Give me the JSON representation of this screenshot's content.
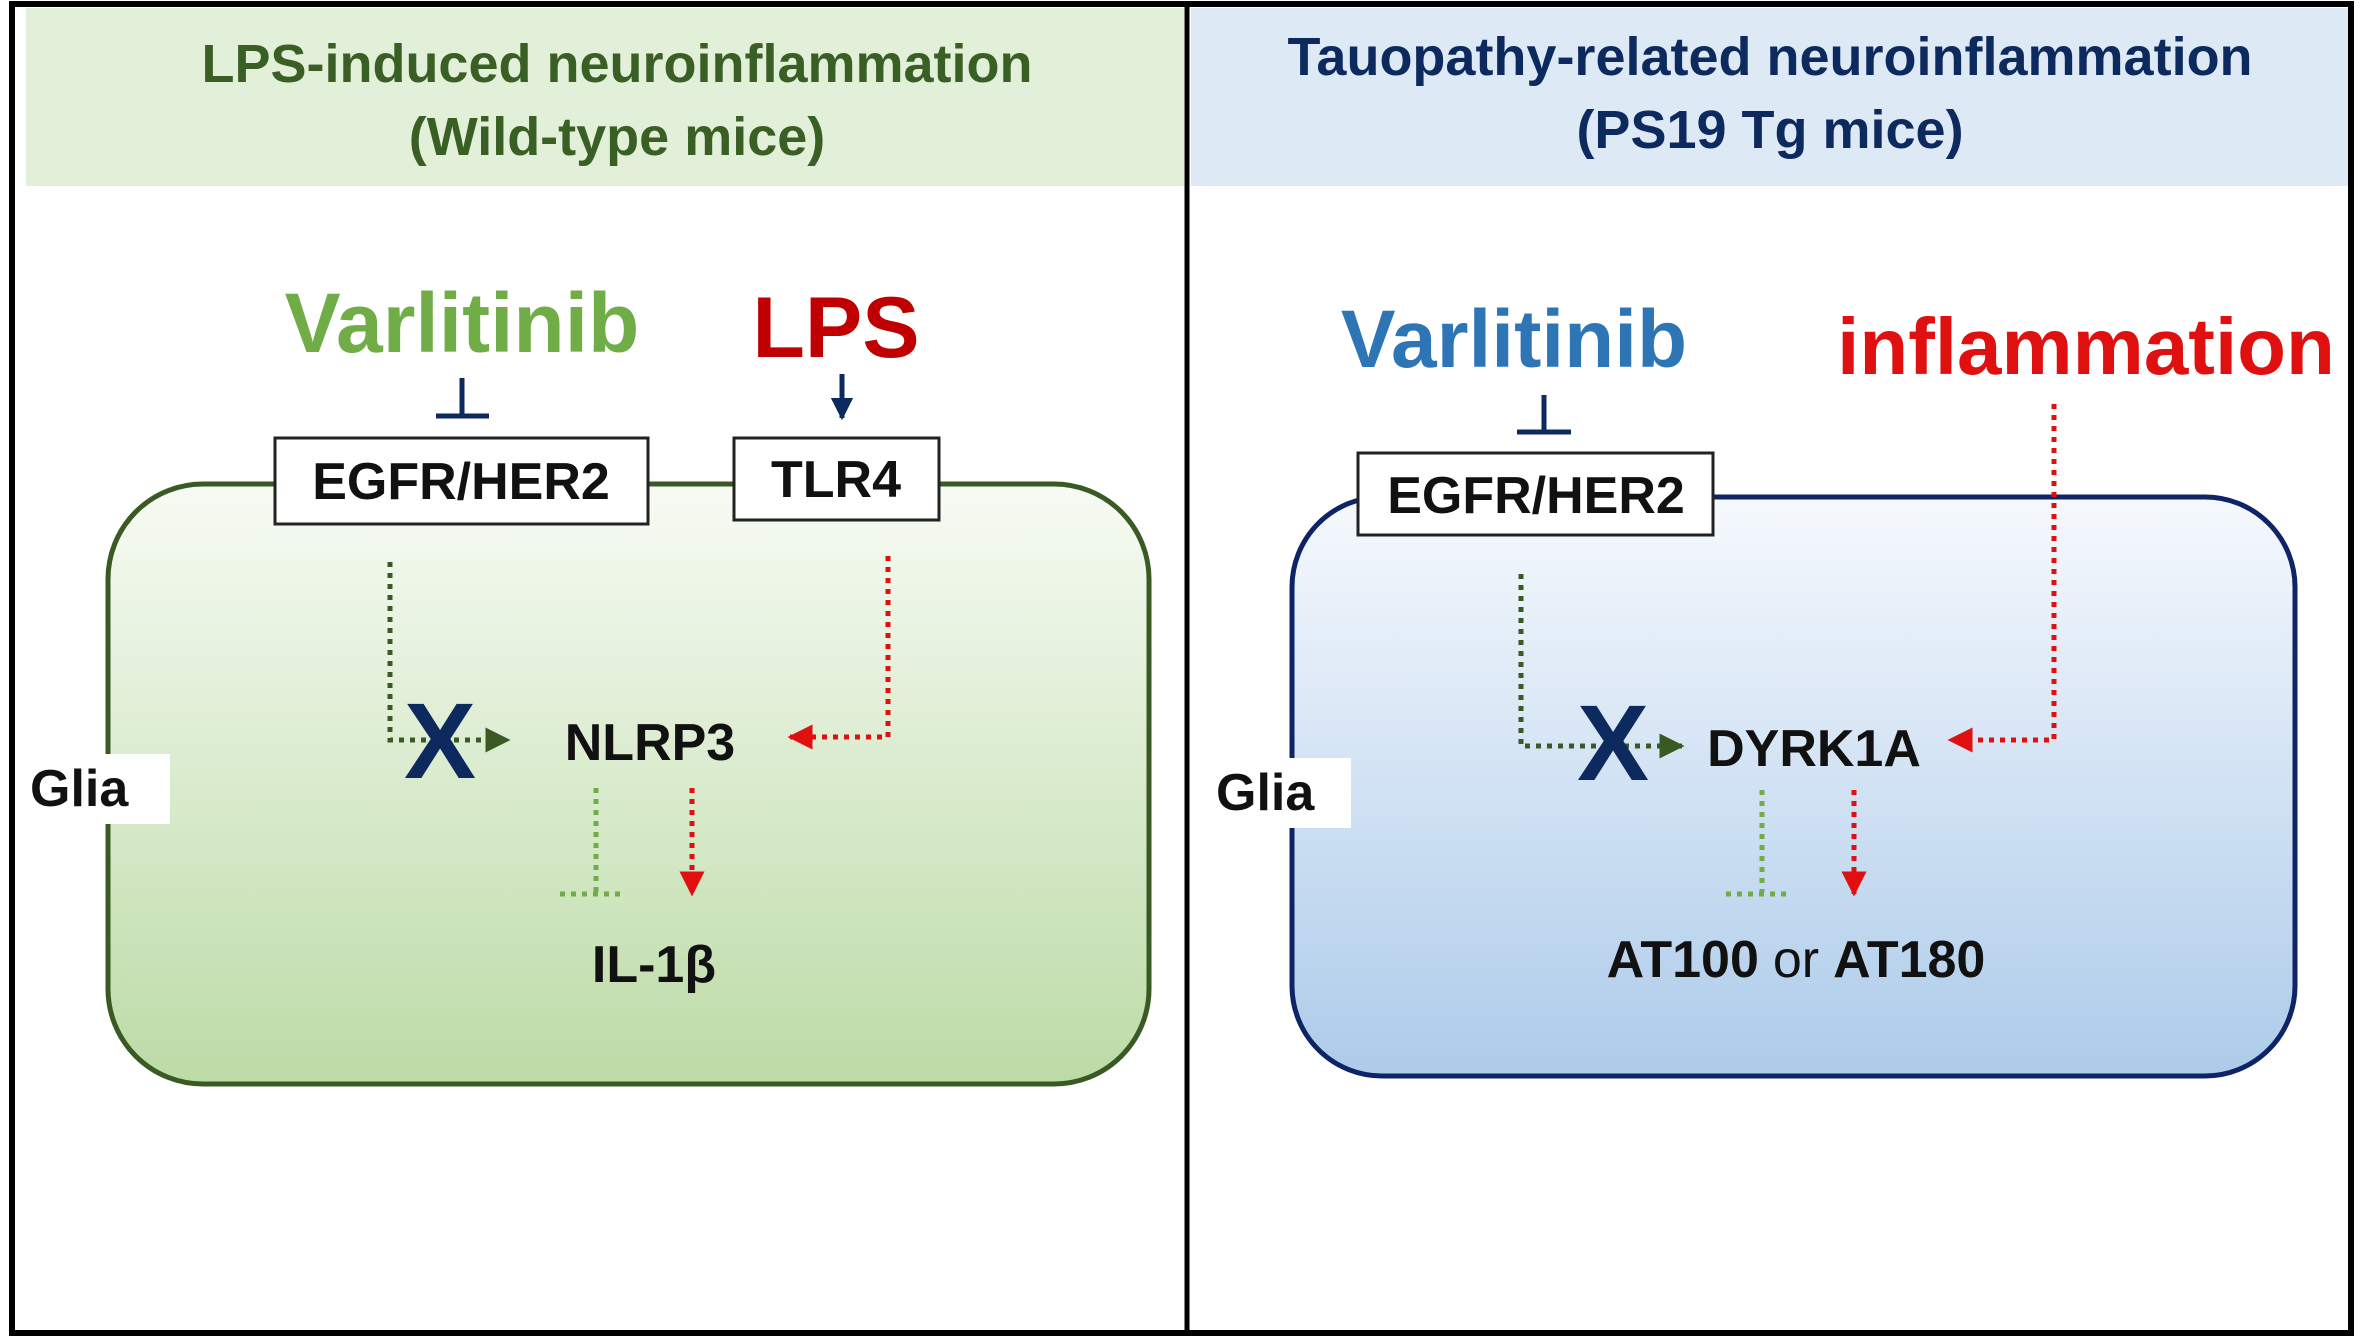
{
  "left_panel": {
    "header_line1": "LPS-induced neuroinflammation",
    "header_line2": "(Wild-type mice)",
    "drug": "Varlitinib",
    "stimulus": "LPS",
    "receptor1": "EGFR/HER2",
    "receptor2": "TLR4",
    "target": "NLRP3",
    "output": "IL-1β",
    "cell_label": "Glia"
  },
  "right_panel": {
    "header_line1": "Tauopathy-related neuroinflammation",
    "header_line2": "(PS19 Tg mice)",
    "drug": "Varlitinib",
    "stimulus": "inflammation",
    "receptor1": "EGFR/HER2",
    "target": "DYRK1A",
    "output_a": "AT100",
    "output_or": "or",
    "output_b": "AT180",
    "cell_label": "Glia"
  },
  "block_mark": "X",
  "colors": {
    "left_header_bg": "#e2efd9",
    "left_header_text": "#3a5f24",
    "left_cell_border": "#3a5a23",
    "left_drug": "#70ad47",
    "right_header_bg": "#dde9f5",
    "right_header_text": "#0d2a5e",
    "right_cell_border": "#0e2466",
    "right_drug": "#2e75b6",
    "stimulus": "#c00000",
    "block_x": "#0d2a5e",
    "green_dash": "#3a5a23",
    "red_dash": "#e01010"
  }
}
